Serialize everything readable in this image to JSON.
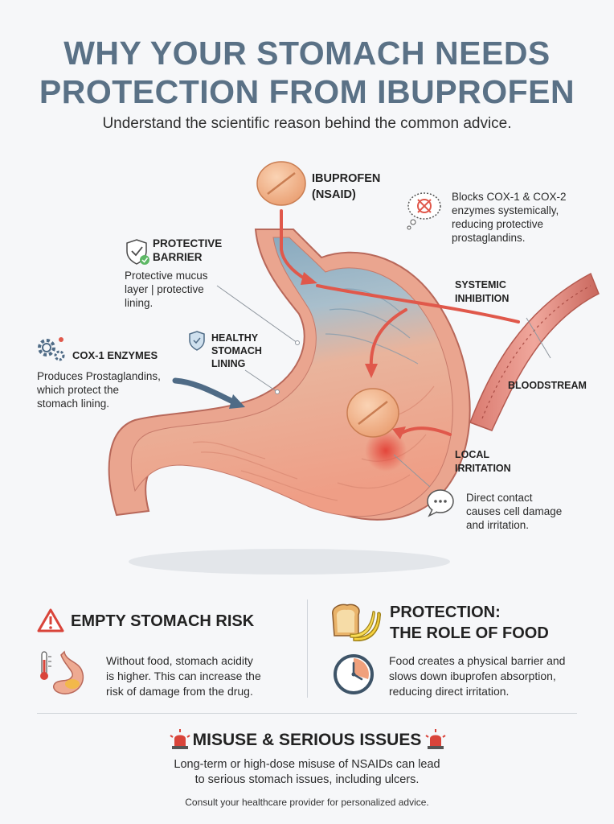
{
  "header": {
    "title_line1": "WHY YOUR STOMACH NEEDS",
    "title_line2": "PROTECTION FROM IBUPROFEN",
    "subtitle": "Understand the scientific reason behind the common advice."
  },
  "diagram": {
    "ibuprofen_label_line1": "IBUPROFEN",
    "ibuprofen_label_line2": "(NSAID)",
    "blocks_text_line1": "Blocks COX-1 & COX-2",
    "blocks_text_line2": "enzymes systemically,",
    "blocks_text_line3": "reducing protective",
    "blocks_text_line4": "prostaglandins.",
    "protective_barrier_title_line1": "PROTECTIVE",
    "protective_barrier_title_line2": "BARRIER",
    "protective_barrier_text_line1": "Protective mucus",
    "protective_barrier_text_line2": "layer | protective",
    "protective_barrier_text_line3": "lining.",
    "systemic_line1": "SYSTEMIC",
    "systemic_line2": "INHIBITION",
    "healthy_line1": "HEALTHY",
    "healthy_line2": "STOMACH",
    "healthy_line3": "LINING",
    "cox1_title": "COX-1 ENZYMES",
    "cox1_text_line1": "Produces Prostaglandins,",
    "cox1_text_line2": "which protect the",
    "cox1_text_line3": "stomach lining.",
    "bloodstream": "BLOODSTREAM",
    "local_line1": "LOCAL",
    "local_line2": "IRRITATION",
    "direct_line1": "Direct contact",
    "direct_line2": "causes cell damage",
    "direct_line3": "and irritation."
  },
  "empty_stomach": {
    "title": "EMPTY STOMACH RISK",
    "text_line1": "Without food, stomach acidity",
    "text_line2": "is higher. This can increase the",
    "text_line3": "risk of damage from the drug."
  },
  "protection": {
    "title_line1": "PROTECTION:",
    "title_line2": "THE ROLE OF FOOD",
    "text_line1": "Food creates a physical barrier and",
    "text_line2": "slows down ibuprofen absorption,",
    "text_line3": "reducing direct irritation."
  },
  "misuse": {
    "title": "MISUSE & SERIOUS ISSUES",
    "text_line1": "Long-term or high-dose misuse of NSAIDs can lead",
    "text_line2": "to serious stomach issues, including ulcers.",
    "consult": "Consult your healthcare provider for personalized advice."
  },
  "colors": {
    "title": "#5a7186",
    "arrow_red": "#e0584b",
    "arrow_blue": "#4f6b86",
    "pill": "#f3b88e",
    "stomach_outer": "#eaa58f",
    "stomach_inner": "#f1c0a6",
    "mucus_blue": "#8fb1c6",
    "warning_red": "#d9443a"
  }
}
